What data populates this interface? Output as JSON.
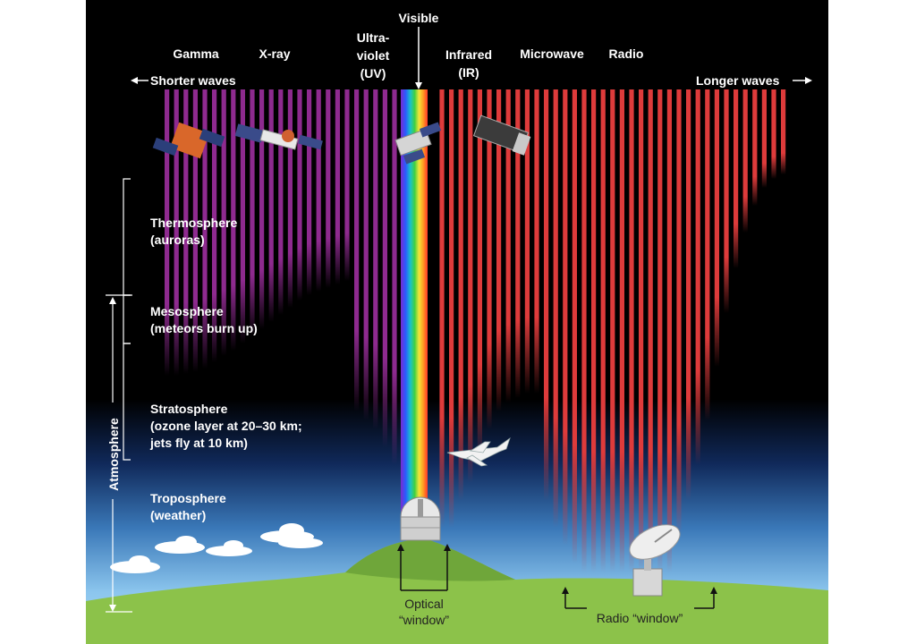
{
  "spectrum": {
    "bands": [
      {
        "id": "gamma",
        "label": "Gamma"
      },
      {
        "id": "xray",
        "label": "X-ray"
      },
      {
        "id": "uv",
        "label": "Ultra-\nviolet\n(UV)"
      },
      {
        "id": "visible",
        "label": "Visible"
      },
      {
        "id": "ir",
        "label": "Infrared\n(IR)"
      },
      {
        "id": "microwave",
        "label": "Microwave"
      },
      {
        "id": "radio",
        "label": "Radio"
      }
    ],
    "shorter_label": "Shorter waves",
    "longer_label": "Longer waves"
  },
  "layers": {
    "thermosphere": "Thermosphere\n(auroras)",
    "mesosphere": "Mesosphere\n(meteors burn up)",
    "stratosphere": "Stratosphere\n(ozone layer at 20–30 km;\njets fly at 10 km)",
    "troposphere": "Troposphere\n(weather)",
    "atmosphere": "Atmosphere"
  },
  "windows": {
    "optical": "Optical\n“window”",
    "radio": "Radio “window”"
  },
  "colors": {
    "purple": "#8e2a8f",
    "red": "#de3b3b",
    "sky_top": "#0a1a3a",
    "sky_bottom": "#8cc6ee",
    "ground": "#8cc24a"
  }
}
